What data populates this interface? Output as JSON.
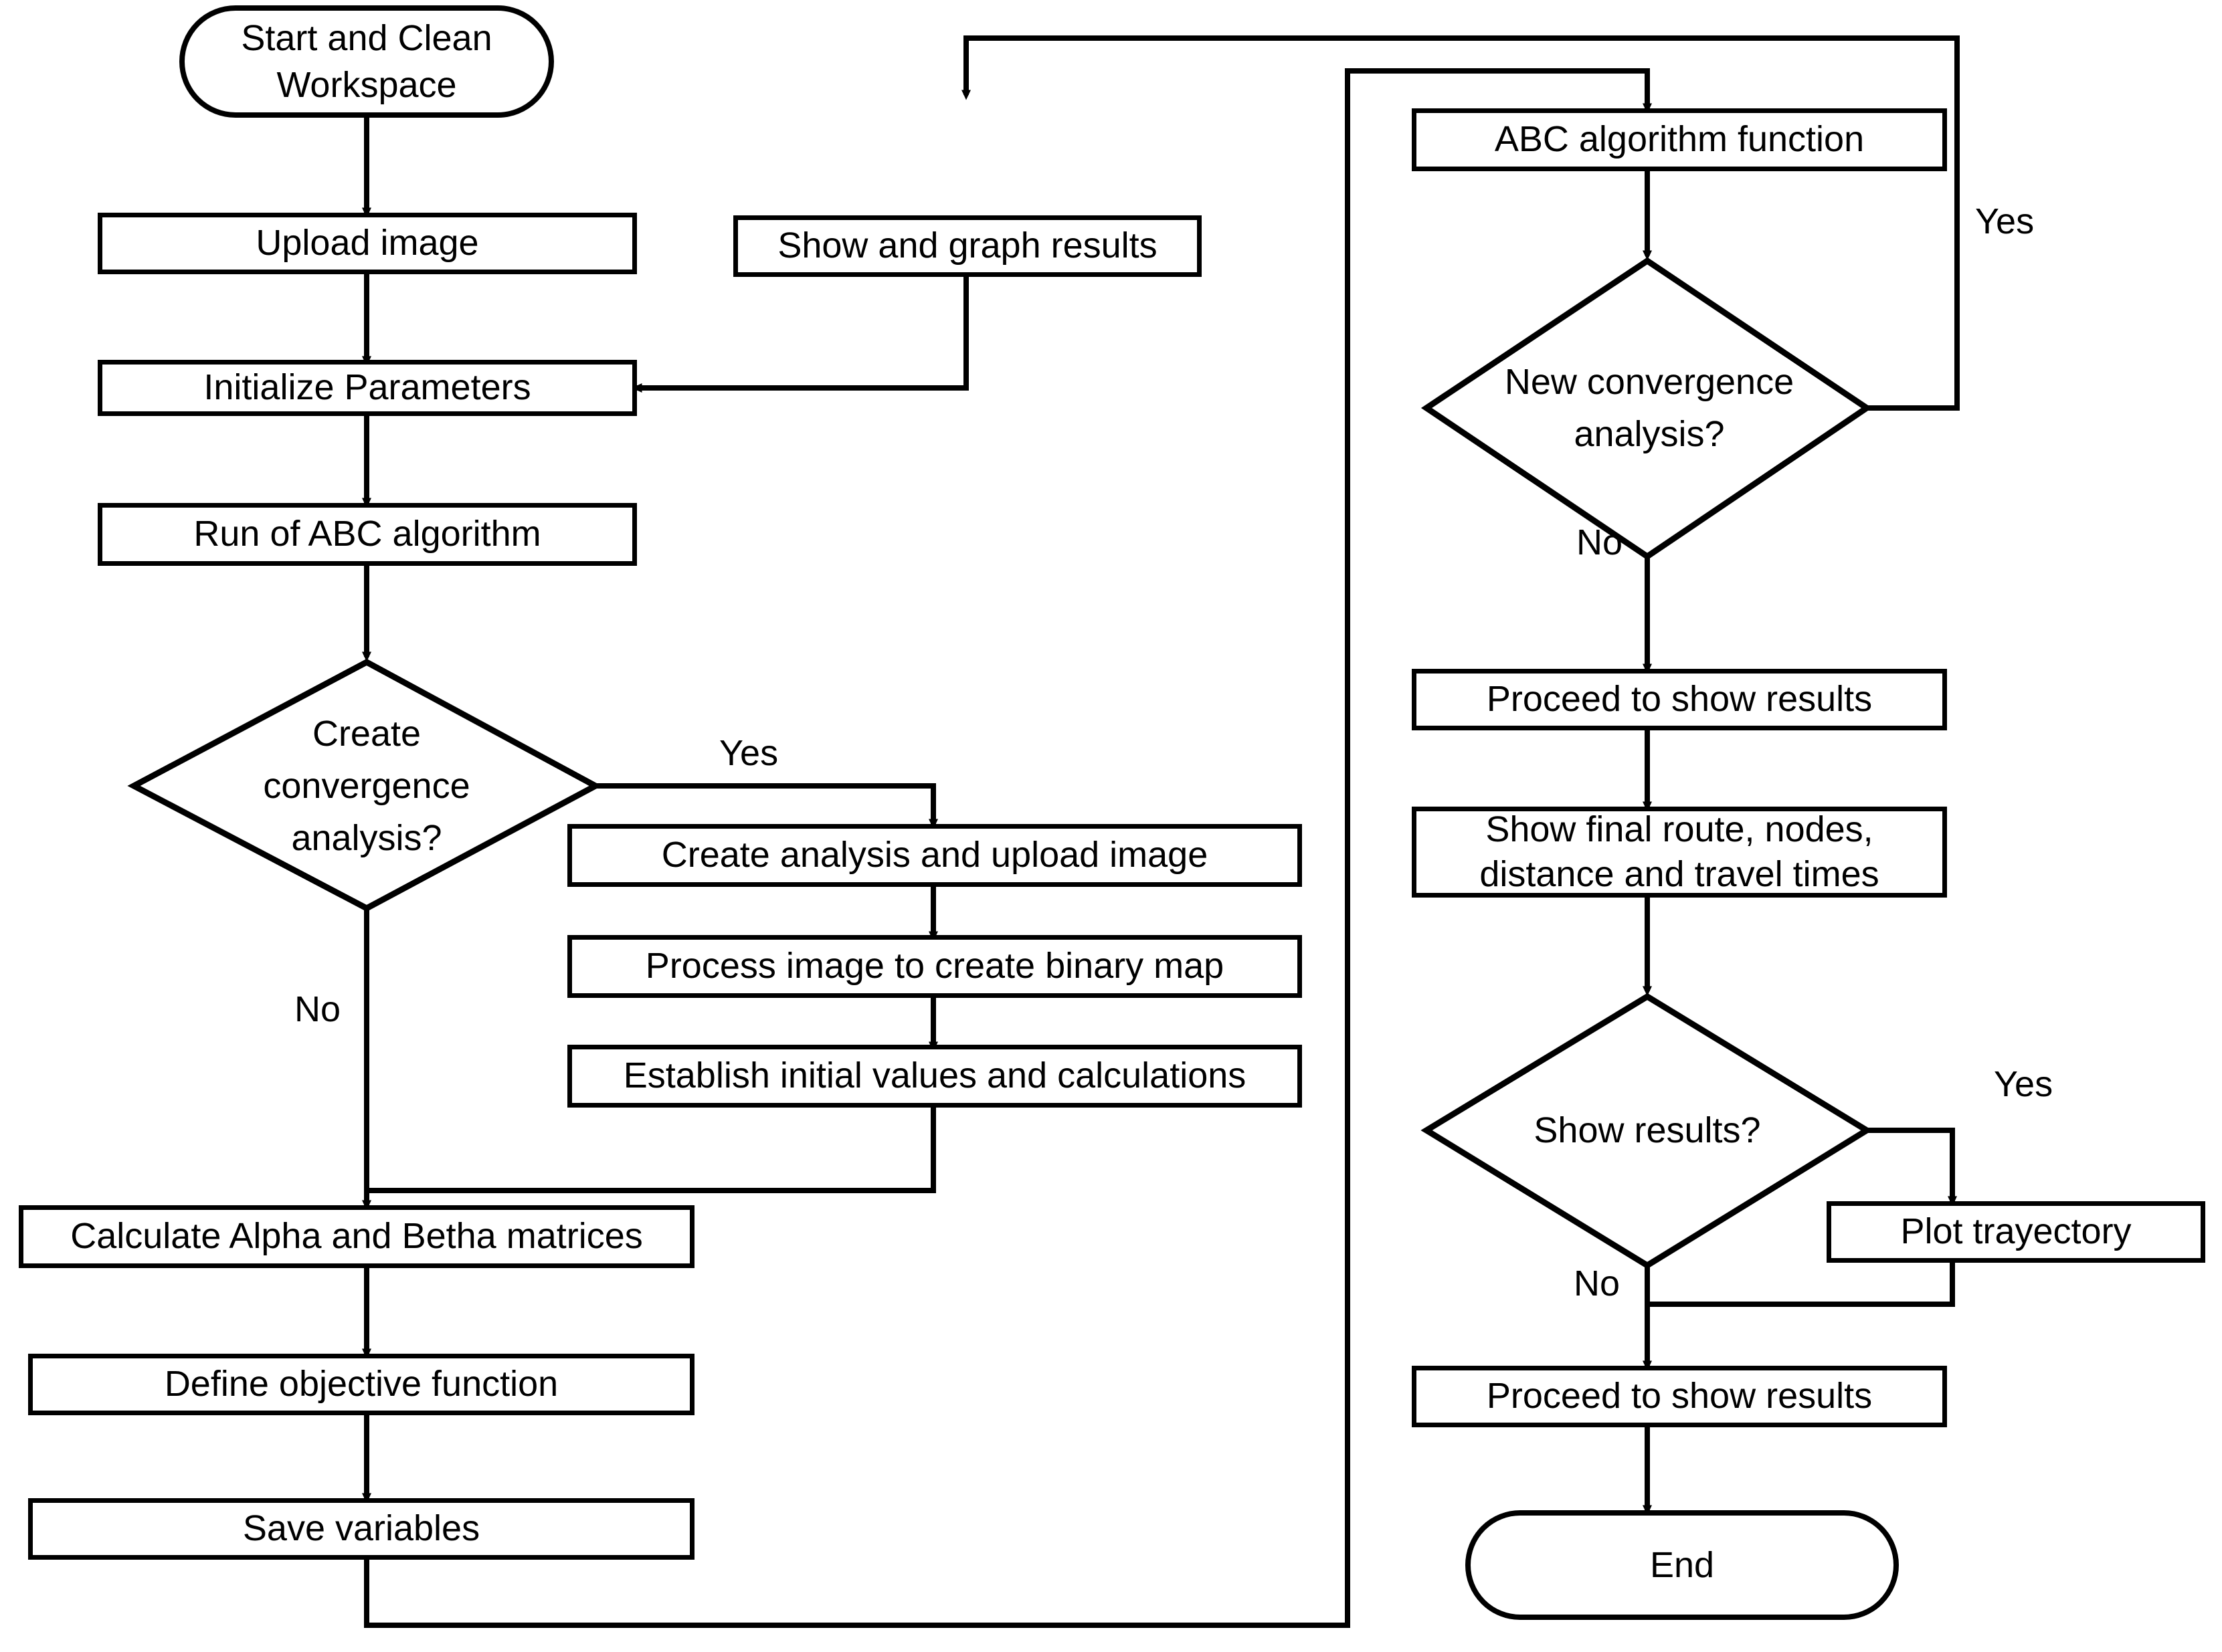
{
  "diagram": {
    "title": "ABC algorithm route planning flowchart",
    "stroke_color": "#000000",
    "fill_color": "#ffffff"
  },
  "nodes": {
    "start": {
      "label": "Start and Clean Workspace",
      "shape": "terminator"
    },
    "upload_image": {
      "label": "Upload image",
      "shape": "process"
    },
    "initialize_parameters": {
      "label": "Initialize Parameters",
      "shape": "process"
    },
    "run_abc": {
      "label": "Run of ABC algorithm",
      "shape": "process"
    },
    "create_convergence": {
      "label": "Create convergence analysis?",
      "shape": "decision"
    },
    "create_analysis_upload": {
      "label": "Create analysis and upload image",
      "shape": "process"
    },
    "process_image_binary": {
      "label": "Process image to create binary map",
      "shape": "process"
    },
    "establish_initial": {
      "label": "Establish initial values and calculations",
      "shape": "process"
    },
    "calculate_matrices": {
      "label": "Calculate Alpha and Betha matrices",
      "shape": "process"
    },
    "define_objective": {
      "label": "Define objective function",
      "shape": "process"
    },
    "save_variables": {
      "label": "Save variables",
      "shape": "process"
    },
    "show_graph_results": {
      "label": "Show and graph results",
      "shape": "process"
    },
    "abc_function": {
      "label": "ABC algorithm function",
      "shape": "process"
    },
    "new_convergence": {
      "label": "New convergence analysis?",
      "shape": "decision"
    },
    "proceed_show_results_1": {
      "label": "Proceed to show results",
      "shape": "process"
    },
    "show_final_route": {
      "label": "Show final route, nodes, distance and travel times",
      "shape": "process"
    },
    "show_results_q": {
      "label": "Show results?",
      "shape": "decision"
    },
    "plot_trayectory": {
      "label": "Plot trayectory",
      "shape": "process"
    },
    "proceed_show_results_2": {
      "label": "Proceed to show results",
      "shape": "process"
    },
    "end": {
      "label": "End",
      "shape": "terminator"
    }
  },
  "edge_labels": {
    "create_convergence_yes": "Yes",
    "create_convergence_no": "No",
    "new_convergence_yes": "Yes",
    "new_convergence_no": "No",
    "show_results_yes": "Yes",
    "show_results_no": "No"
  }
}
